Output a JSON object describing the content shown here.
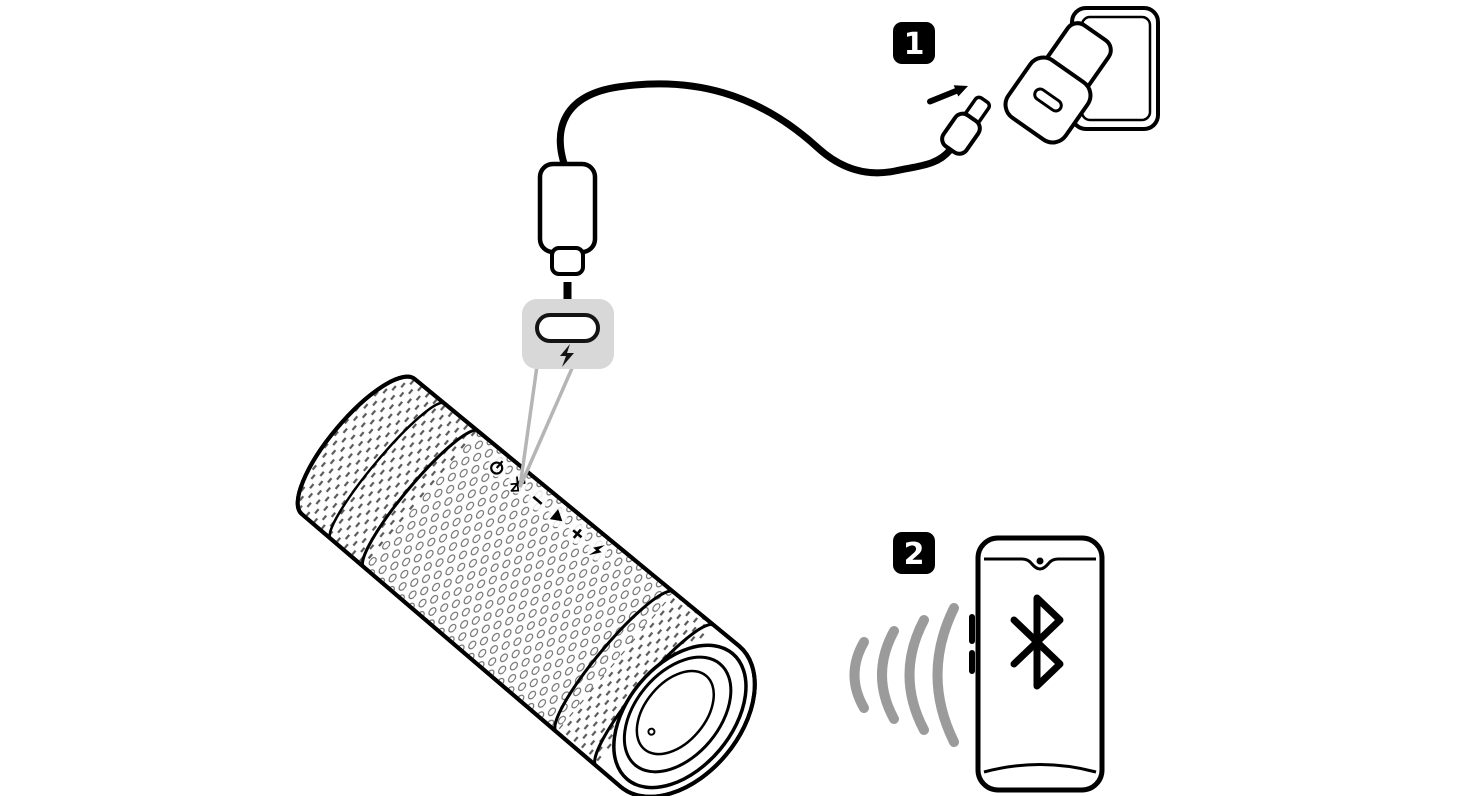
{
  "figure": {
    "background": "#ffffff",
    "line_color": "#000000",
    "wave_color": "#9b9b9b",
    "callout_bg": "#d8d8d8",
    "steps": [
      {
        "label": "1",
        "badge_bg": "#000000",
        "badge_fg": "#ffffff"
      },
      {
        "label": "2",
        "badge_bg": "#000000",
        "badge_fg": "#ffffff"
      }
    ],
    "icons": [
      "wall-outlet",
      "power-adapter",
      "usb-plug",
      "insert-arrow-icon",
      "usb-cable",
      "usb-c-connector",
      "down-arrow-icon",
      "usb-c-port-icon",
      "lightning-bolt-icon",
      "callout-pointer",
      "speaker-illustration",
      "speaker-controls",
      "step-1-badge",
      "step-2-badge",
      "smartphone",
      "bluetooth-icon",
      "signal-waves-icon"
    ],
    "speaker_controls": [
      "power",
      "bluetooth",
      "volume-down",
      "play-pause",
      "volume-up",
      "charge"
    ]
  }
}
